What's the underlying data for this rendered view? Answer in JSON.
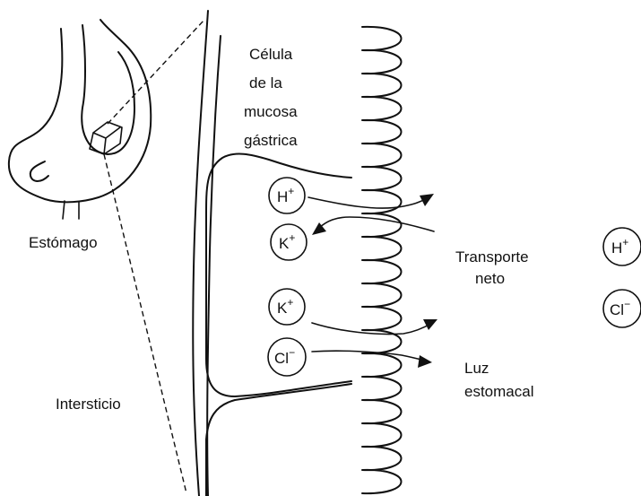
{
  "labels": {
    "stomach": "Estómago",
    "interstitium": "Intersticio",
    "cell": [
      "Célula",
      "de la",
      "mucosa",
      "gástrica"
    ],
    "net_transport": [
      "Transporte",
      "neto"
    ],
    "lumen": [
      "Luz",
      "estomacal"
    ]
  },
  "ions": {
    "cell_h": {
      "symbol": "H",
      "charge": "+"
    },
    "cell_k_top": {
      "symbol": "K",
      "charge": "+"
    },
    "cell_k_bottom": {
      "symbol": "K",
      "charge": "+"
    },
    "cell_cl": {
      "symbol": "Cl",
      "charge": "−"
    },
    "net_h": {
      "symbol": "H",
      "charge": "+"
    },
    "net_cl": {
      "symbol": "Cl",
      "charge": "−"
    }
  },
  "colors": {
    "ink": "#111111",
    "background": "#ffffff"
  }
}
